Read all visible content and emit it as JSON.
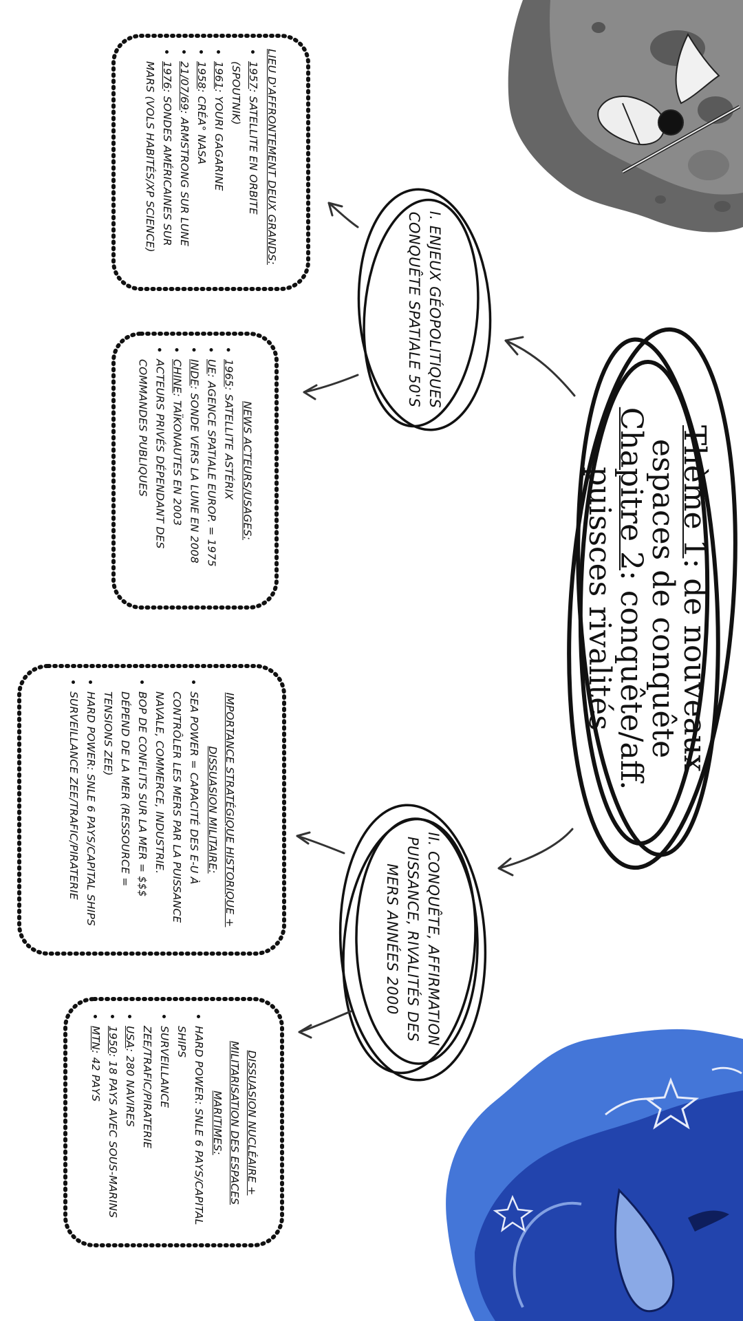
{
  "title": {
    "line1_label": "Thème 1",
    "line1_rest": ": de nouveaux espaces de conquête",
    "line2_label": "Chapitre 2",
    "line2_rest": ": conquête/aff. puissces rivalités"
  },
  "nodes": {
    "n1": "I. Enjeux géopolitiques conquête spatiale 50's",
    "n2": "II. Conquête, affirmation puissance, rivalités des mers années 2000"
  },
  "boxes": {
    "b1": {
      "heading": "Lieu d'affrontement deux grands:",
      "items": [
        {
          "k": "1957",
          "t": ": satellite en orbite (Spoutnik)"
        },
        {
          "k": "1961",
          "t": ": Youri Gagarine"
        },
        {
          "k": "1958",
          "t": ": créa° NASA"
        },
        {
          "k": "21/07/69",
          "t": ": Armstrong sur lune"
        },
        {
          "k": "1976",
          "t": ": sondes américaines sur Mars (vols habités/xp science)"
        }
      ]
    },
    "b2": {
      "heading": "News acteurs/usages:",
      "items": [
        {
          "k": "1965",
          "t": ": satellite Astérix"
        },
        {
          "k": "UE",
          "t": ": agence spatiale europ. = 1975"
        },
        {
          "k": "Inde",
          "t": ": sonde vers la lune en 2008"
        },
        {
          "k": "Chine",
          "t": ": taïkonautes en 2003"
        },
        {
          "k": "",
          "t": "Acteurs privés dépendant des commandes publiques"
        }
      ]
    },
    "b3": {
      "heading": "Importance stratégique historique + dissuasion militaire:",
      "items": [
        {
          "k": "",
          "t": "Sea power = capacité des E-U à contrôler les mers par la puissance navale, commerce, industrie."
        },
        {
          "k": "",
          "t": "BOP de conflits sur la mer = $$$ dépend de la mer (ressource = tensions ZEE)"
        },
        {
          "k": "",
          "t": "Hard power: SNLE 6 pays/capital ships"
        },
        {
          "k": "",
          "t": "Surveillance ZEE/trafic/piraterie"
        }
      ]
    },
    "b4": {
      "heading": "Dissuasion nucléaire + militarisation des espaces maritimes:",
      "items": [
        {
          "k": "",
          "t": "Hard power: SNLE 6 pays/capital ships"
        },
        {
          "k": "",
          "t": "Surveillance ZEE/trafic/piraterie"
        },
        {
          "k": "USA",
          "t": ": 280 navires"
        },
        {
          "k": "1950",
          "t": ": 18 pays avec sous-marins"
        },
        {
          "k": "MTN",
          "t": ": 42 pays"
        }
      ]
    }
  },
  "colors": {
    "ink": "#111111",
    "moon": "#6d6d6d",
    "space_blue": "#2f5fc9"
  }
}
